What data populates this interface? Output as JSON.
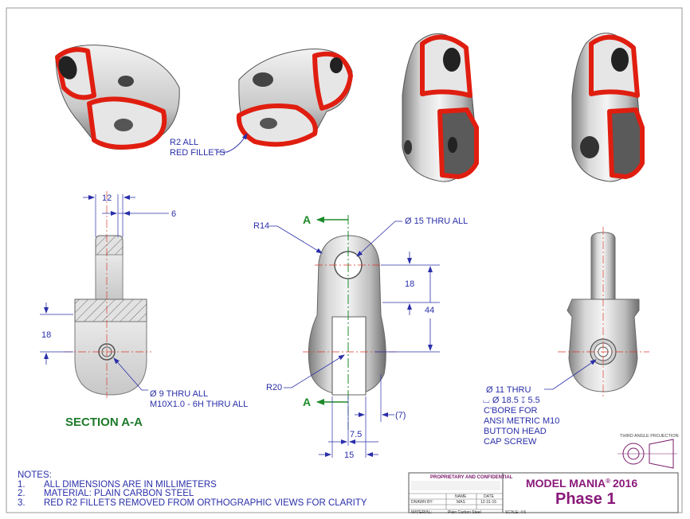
{
  "colors": {
    "dimension": "#2a2fa8",
    "section_arrow": "#1d8a2a",
    "section_label": "#1d7a2a",
    "fillet": "#e01e10",
    "title": "#8a1a7a",
    "centerline": "#d93a2a"
  },
  "callouts": {
    "fillets_line1": "R2 ALL",
    "fillets_line2": "RED FILLETS"
  },
  "section_view": {
    "dim_width": "12",
    "dim_offset": "6",
    "dim_height": "18",
    "hole_line1": "Ø 9 THRU ALL",
    "hole_line2": "M10X1.0 - 6H THRU ALL",
    "label": "SECTION A-A"
  },
  "front_view": {
    "section_mark_top": "A",
    "section_mark_bottom": "A",
    "radius_top": "R14",
    "hole": "Ø 15 THRU ALL",
    "dim_18": "18",
    "dim_44": "44",
    "radius_bottom": "R20",
    "dim_7": "(7)",
    "dim_7_5": "7.5",
    "dim_15": "15"
  },
  "side_view": {
    "note_line1": "Ø 11 THRU",
    "note_line2": "⌴ Ø 18.5 ↧ 5.5",
    "note_line3": "C'BORE FOR",
    "note_line4": "ANSI METRIC M10",
    "note_line5": "BUTTON HEAD",
    "note_line6": "CAP SCREW"
  },
  "notes": {
    "heading": "NOTES:",
    "items": [
      {
        "num": "1.",
        "text": "ALL DIMENSIONS ARE IN MILLIMETERS"
      },
      {
        "num": "2.",
        "text": "MATERIAL: PLAIN CARBON STEEL"
      },
      {
        "num": "3.",
        "text": "RED R2 FILLETS REMOVED FROM ORTHOGRAPHIC VIEWS FOR CLARITY"
      }
    ]
  },
  "projection_label": "THIRD ANGLE PROJECTION",
  "title_block": {
    "proprietary": "PROPRIETARY AND CONFIDENTIAL",
    "name_header": "NAME",
    "date_header": "DATE",
    "drawn_by_label": "DRAWN BY:",
    "drawn_by": "MAS",
    "date": "12-31-15",
    "material_label": "MATERIAL:",
    "material": "Plain Carbon Steel",
    "scale": "SCALE: 4:5",
    "title": "MODEL MANIA",
    "title_mark": "®",
    "year": "2016",
    "phase": "Phase 1"
  }
}
